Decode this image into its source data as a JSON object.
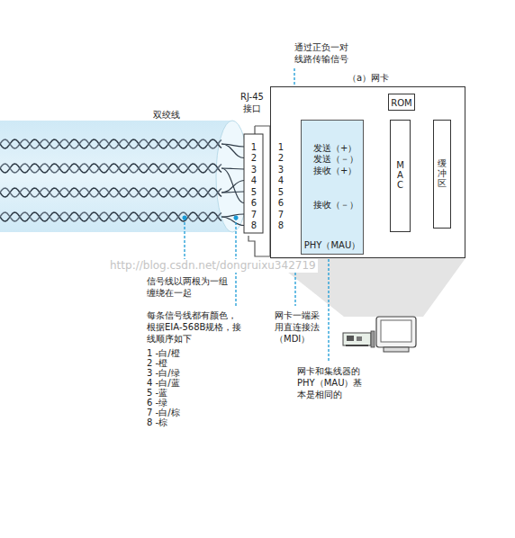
{
  "diagram": {
    "nodes": [
      {
        "text": [
          "（a）网卡"
        ]
      },
      {
        "text": [
          "ROM"
        ],
        "in": 0
      },
      {
        "text": [
          "发送（+）",
          "发送（－）",
          "接收（+）",
          "接收（－）",
          "PHY（MAU）"
        ],
        "in": 0
      },
      {
        "text": [
          "MAC"
        ],
        "in": 0
      },
      {
        "text": [
          "缓冲区"
        ],
        "in": 0
      }
    ],
    "edges": [
      {
        "from": 2,
        "to": 3,
        "arrow": "none"
      },
      {
        "from": 2,
        "to": 3,
        "arrow": "none"
      },
      {
        "from": 2,
        "to": 3,
        "arrow": "none"
      },
      {
        "from": 2,
        "to": 3,
        "arrow": "none"
      },
      {
        "from": 3,
        "to": 4,
        "arrow": "none"
      }
    ],
    "labels": [
      "双绞线",
      "通过正负一对 线路传输信号",
      "RJ-45 接口",
      "1",
      "2",
      "3",
      "4",
      "5",
      "6",
      "7",
      "8",
      "1",
      "2",
      "3",
      "4",
      "5",
      "6",
      "7",
      "8",
      "信号线以两根为一组 缠绕在一起",
      "每条信号线都有颜色， 根据EIA-568B规格，接 线顺序如下",
      "1 -白/橙",
      "2 -橙",
      "3 -白/绿",
      "4 -白/蓝",
      "5 -蓝",
      "6 -绿",
      "7 -白/棕",
      "8 -棕",
      "网卡一端采 用直连接法 （MDI）",
      "网卡和集线器的 PHY（MAU）基 本是相同的",
      "http://blog.csdn.net/dongruixu342719"
    ]
  }
}
